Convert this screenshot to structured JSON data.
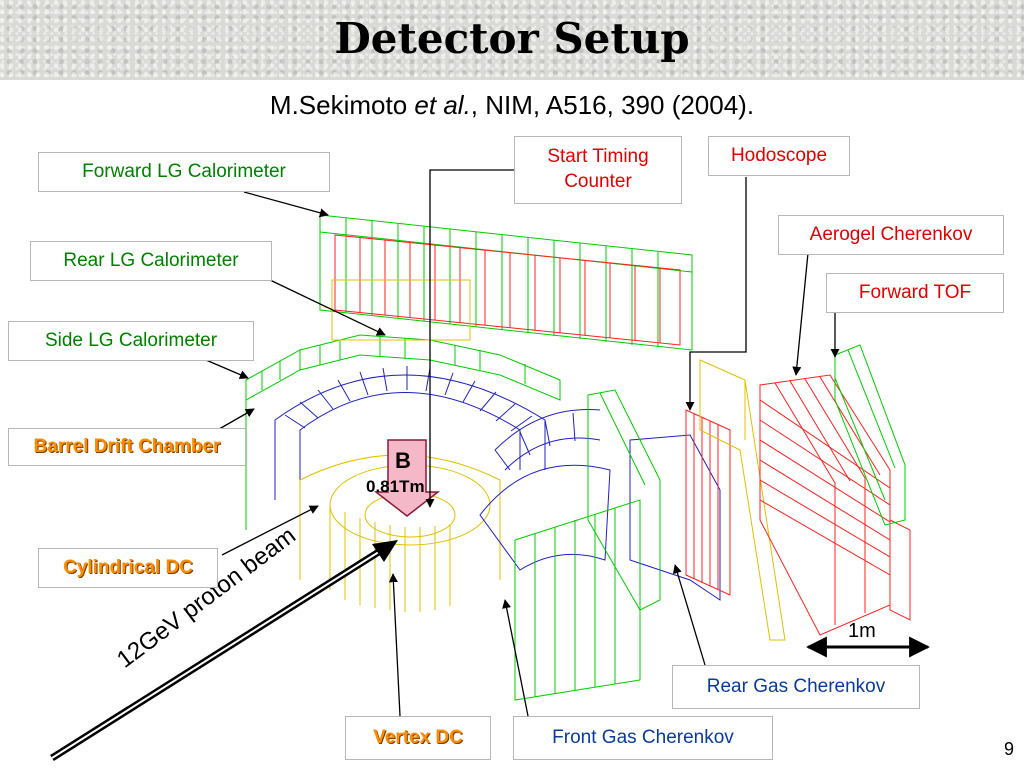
{
  "slide": {
    "title": "Detector Setup",
    "citation_prefix": "M.Sekimoto ",
    "citation_italic": "et al.",
    "citation_suffix": ", NIM, A516, 390 (2004).",
    "page_number": "9"
  },
  "labels": {
    "forward_lg": "Forward LG Calorimeter",
    "rear_lg": "Rear LG Calorimeter",
    "side_lg": "Side LG Calorimeter",
    "barrel_dc": "Barrel Drift Chamber",
    "cylindrical_dc": "Cylindrical DC",
    "vertex_dc": "Vertex DC",
    "start_timing": "Start Timing Counter",
    "hodoscope": "Hodoscope",
    "aerogel": "Aerogel Cherenkov",
    "forward_tof": "Forward TOF",
    "rear_gas": "Rear Gas Cherenkov",
    "front_gas": "Front Gas Cherenkov"
  },
  "diagram": {
    "field_symbol": "B",
    "field_value": "0.81Tm",
    "beam_label": "12GeV proton beam",
    "scale_label": "1m"
  },
  "colors": {
    "calorimeter": "#00cc00",
    "chamber": "#2020c0",
    "vertex": "#e0c000",
    "counter": "#ff2020",
    "magnet_arrow": "#f5b8c8",
    "label_green": "#008000",
    "label_red": "#e00000",
    "label_blue": "#0b3a9e",
    "label_orange": "#ff8c00"
  }
}
